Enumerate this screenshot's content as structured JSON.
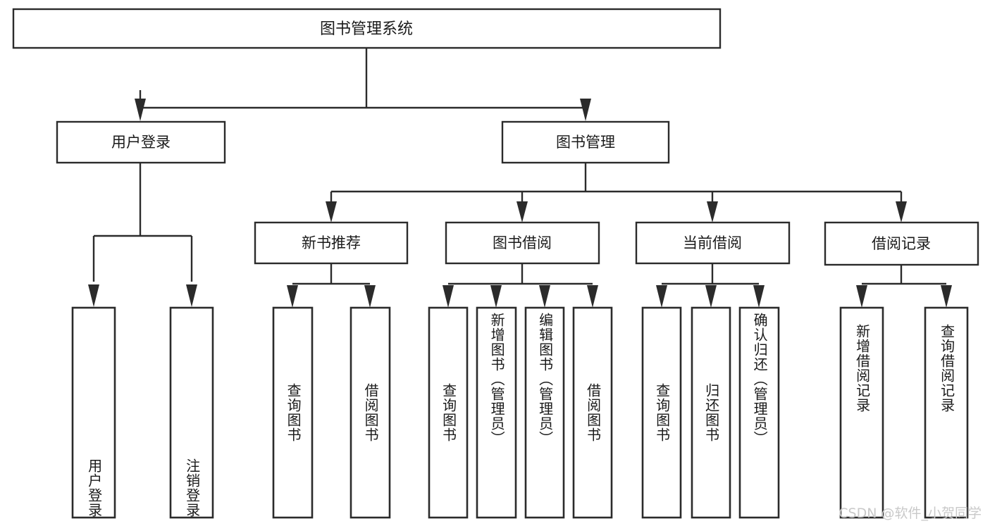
{
  "diagram": {
    "type": "tree",
    "title": "图书管理系统",
    "orientation": "top-down",
    "colors": {
      "stroke": "#2b2b2b",
      "box_fill": "#ffffff",
      "text": "#1a1a1a",
      "background": "#ffffff",
      "watermark": "#c9c9c9"
    },
    "root": {
      "label": "图书管理系统"
    },
    "level2": [
      {
        "label": "用户登录"
      },
      {
        "label": "图书管理"
      }
    ],
    "level3": [
      {
        "label": "新书推荐"
      },
      {
        "label": "图书借阅"
      },
      {
        "label": "当前借阅"
      },
      {
        "label": "借阅记录"
      }
    ],
    "leaves": {
      "user_login": [
        {
          "label": "用户登录"
        },
        {
          "label": "注销登录"
        }
      ],
      "new_book": [
        {
          "label": "查询图书"
        },
        {
          "label": "借阅图书"
        }
      ],
      "book_borrow": [
        {
          "label": "查询图书"
        },
        {
          "label": "新增图书（管理员）"
        },
        {
          "label": "编辑图书（管理员）"
        },
        {
          "label": "借阅图书"
        }
      ],
      "current_borrow": [
        {
          "label": "查询图书"
        },
        {
          "label": "归还图书"
        },
        {
          "label": "确认归还（管理员）"
        }
      ],
      "borrow_record": [
        {
          "label": "新增借阅记录"
        },
        {
          "label": "查询借阅记录"
        }
      ]
    }
  },
  "watermark": {
    "text": "CSDN @软件_小贺同学"
  }
}
